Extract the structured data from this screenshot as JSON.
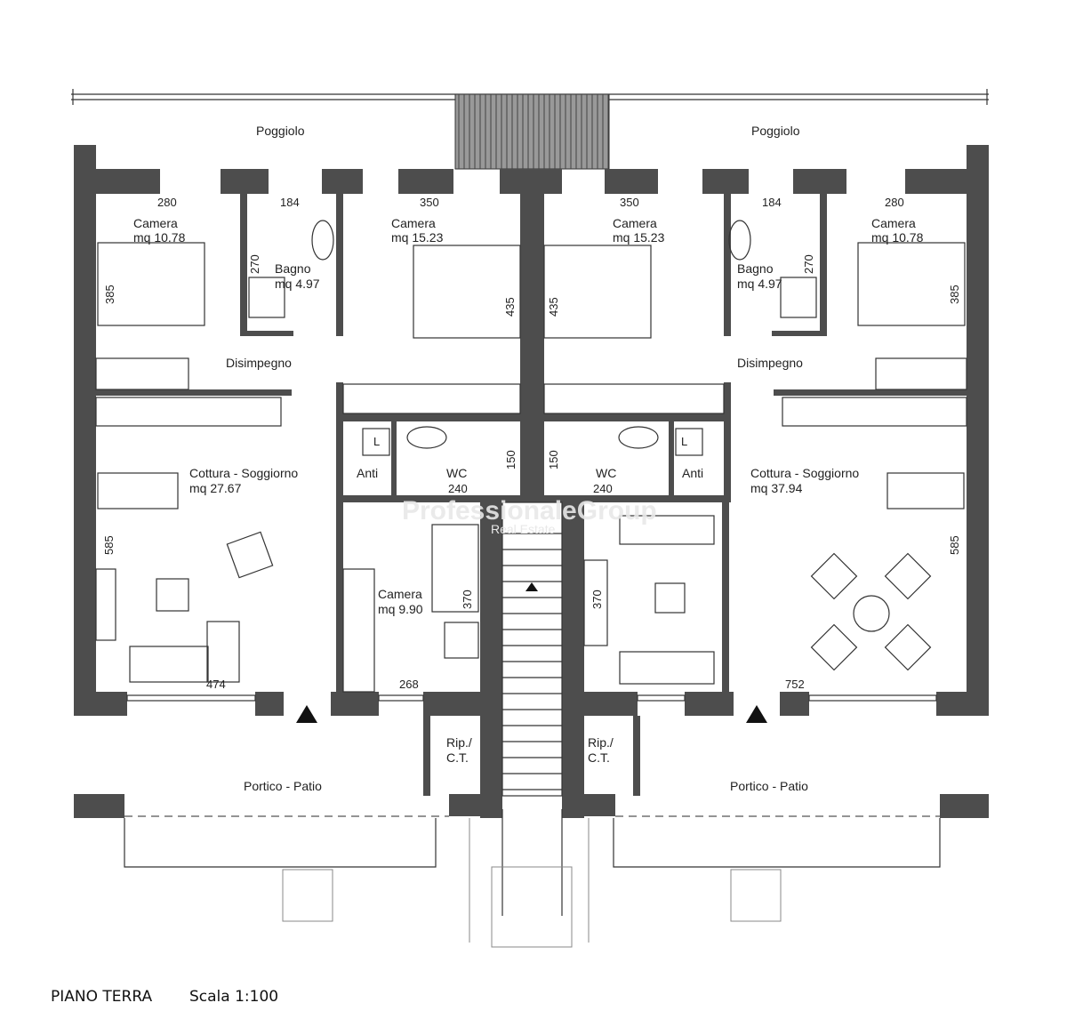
{
  "title": {
    "floor": "PIANO TERRA",
    "scale": "Scala 1:100"
  },
  "watermark": {
    "brand": "ProfessionaleGroup",
    "sub": "Real Estate"
  },
  "balconies": [
    "Poggiolo",
    "Poggiolo"
  ],
  "left_unit": {
    "camera_small": {
      "name": "Camera",
      "area": "mq 10.78",
      "w": "280",
      "h": "385"
    },
    "bagno": {
      "name": "Bagno",
      "area": "mq 4.97",
      "w": "184",
      "h": "270"
    },
    "camera_main": {
      "name": "Camera",
      "area": "mq 15.23",
      "w": "350",
      "h": "435"
    },
    "disimpegno": "Disimpegno",
    "anti": "Anti",
    "wc": {
      "name": "WC",
      "w": "240",
      "h": "150"
    },
    "soggiorno": {
      "name": "Cottura - Soggiorno",
      "area": "mq 27.67",
      "w": "474",
      "h": "585"
    },
    "camera3": {
      "name": "Camera",
      "area": "mq 9.90",
      "w": "268",
      "h": "370"
    },
    "rip": [
      "Rip./",
      "C.T."
    ],
    "portico": "Portico - Patio"
  },
  "right_unit": {
    "camera_small": {
      "name": "Camera",
      "area": "mq 10.78",
      "w": "280",
      "h": "385"
    },
    "bagno": {
      "name": "Bagno",
      "area": "mq 4.97",
      "w": "184",
      "h": "270"
    },
    "camera_main": {
      "name": "Camera",
      "area": "mq 15.23",
      "w": "350",
      "h": "435"
    },
    "disimpegno": "Disimpegno",
    "anti": "Anti",
    "wc": {
      "name": "WC",
      "w": "240",
      "h": "150"
    },
    "soggiorno": {
      "name": "Cottura - Soggiorno",
      "area": "mq 37.94",
      "w": "752",
      "h": "585"
    },
    "living_h": "370",
    "rip": [
      "Rip./",
      "C.T."
    ],
    "portico": "Portico - Patio"
  },
  "laundry_mark": "L"
}
